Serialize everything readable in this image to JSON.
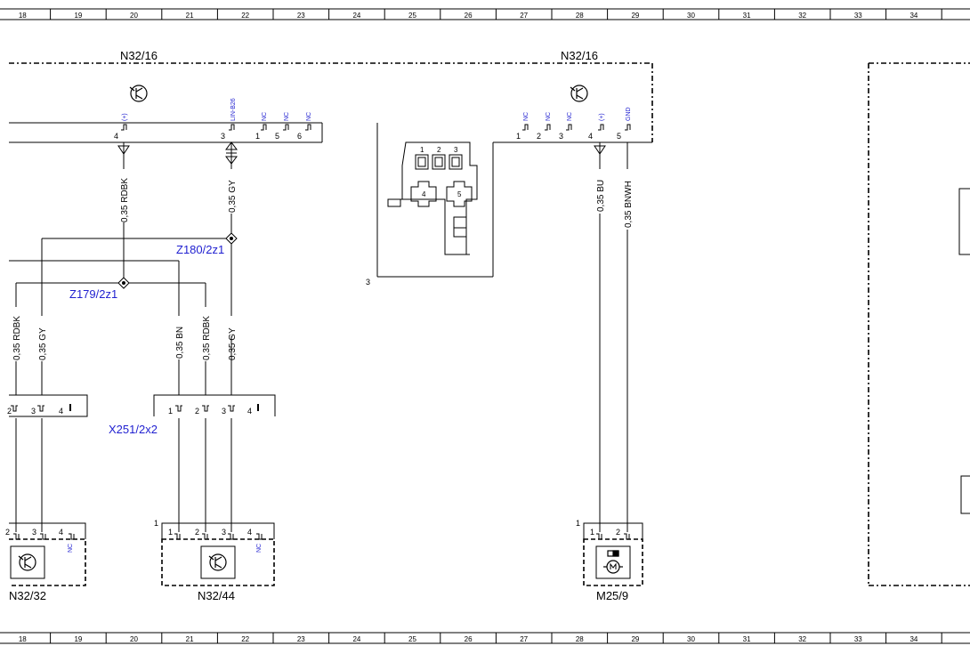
{
  "ruler": {
    "columns": [
      "18",
      "19",
      "20",
      "21",
      "22",
      "23",
      "24",
      "25",
      "26",
      "27",
      "28",
      "29",
      "30",
      "31",
      "32",
      "33",
      "34"
    ]
  },
  "components": {
    "n32_16_left": "N32/16",
    "n32_16_right": "N32/16",
    "n32_32": "N32/32",
    "n32_44": "N32/44",
    "m25_9": "M25/9",
    "z180": "Z180/2z1",
    "z179": "Z179/2z1",
    "x251": "X251/2x2"
  },
  "connectors": {
    "top_left_pins": [
      "4",
      "3",
      "1",
      "5",
      "6"
    ],
    "top_left_signals": [
      "(+)",
      "LIN-B26",
      "NC",
      "NC",
      "NC"
    ],
    "top_right_pins": [
      "1",
      "2",
      "3",
      "4",
      "5"
    ],
    "top_right_signals": [
      "NC",
      "NC",
      "NC",
      "(+)",
      "GND"
    ],
    "inset_pins": [
      "1",
      "2",
      "3",
      "4",
      "5"
    ],
    "inset_ref": "3",
    "x251_left_pins": [
      "2",
      "3",
      "4"
    ],
    "x251_right_pins": [
      "1",
      "2",
      "3",
      "4"
    ],
    "n32_32_pins": [
      "2",
      "3",
      "4"
    ],
    "n32_32_nc": "NC",
    "n32_44_pins": [
      "1",
      "2",
      "3",
      "4"
    ],
    "n32_44_nc": "NC",
    "n32_44_ref": "1",
    "m25_9_pins": [
      "1",
      "2"
    ],
    "m25_9_ref": "1"
  },
  "wires": {
    "w_rdbk_top": "0,35 RDBK",
    "w_gy_top": "0,35 GY",
    "w_rdbk_l": "0,35 RDBK",
    "w_gy_l": "0,35 GY",
    "w_bn": "0,35 BN",
    "w_rdbk_m": "0,35 RDBK",
    "w_gy_m": "0,35 GY",
    "w_bu": "0,35 BU",
    "w_bnwh": "0,35 BNWH"
  }
}
